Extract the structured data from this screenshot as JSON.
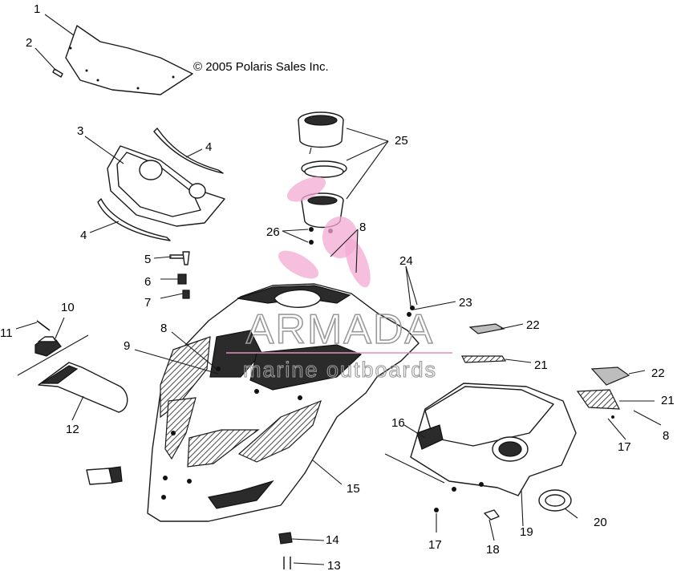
{
  "copyright": "© 2005 Polaris Sales Inc.",
  "watermark": {
    "brand": "ARMADA",
    "tagline": "marine outboards",
    "color": "#f1a9d2"
  },
  "callouts": {
    "c1": "1",
    "c2": "2",
    "c3": "3",
    "c4a": "4",
    "c4b": "4",
    "c5": "5",
    "c6": "6",
    "c7": "7",
    "c8a": "8",
    "c8b": "8",
    "c8c": "8",
    "c9": "9",
    "c10": "10",
    "c11": "11",
    "c12": "12",
    "c13": "13",
    "c14": "14",
    "c15": "15",
    "c16": "16",
    "c17a": "17",
    "c17b": "17",
    "c18": "18",
    "c19": "19",
    "c20": "20",
    "c21a": "21",
    "c21b": "21",
    "c22a": "22",
    "c22b": "22",
    "c23": "23",
    "c24": "24",
    "c25": "25",
    "c26": "26"
  }
}
